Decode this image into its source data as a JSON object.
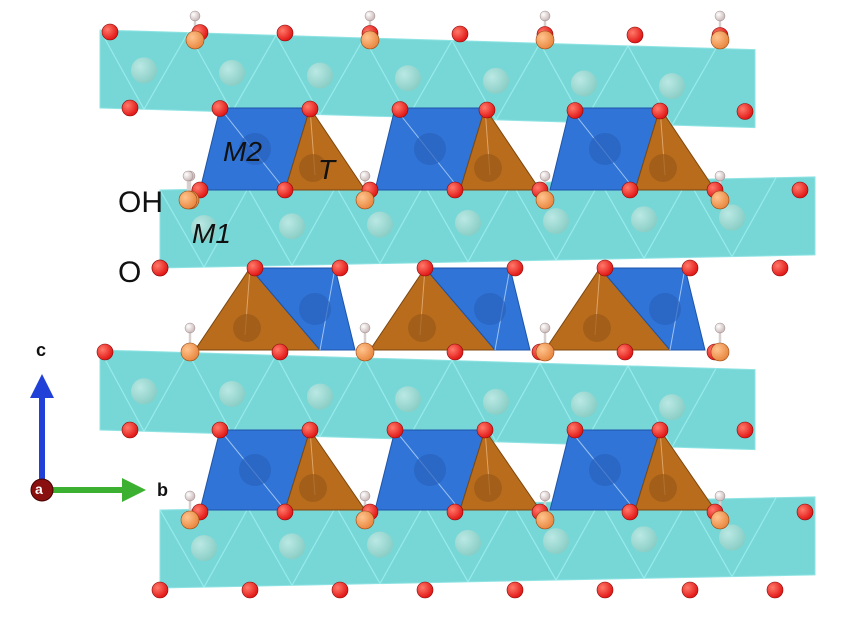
{
  "figure": {
    "labels": {
      "m2": "M2",
      "t": "T",
      "oh": "OH",
      "m1": "M1",
      "o": "O"
    },
    "axes": {
      "c": "c",
      "a": "a",
      "b": "b"
    }
  },
  "colors": {
    "octahedral_sheet": "#5fd0d0",
    "m2_octahedra": "#2f74d6",
    "tetrahedra": "#b86c1c",
    "oxygen": "#e01010",
    "hydroxyl_o": "#e8843c",
    "hydrogen": "#f2e6e6",
    "c_axis": "#2040d8",
    "b_axis": "#3cb030",
    "a_axis": "#8a1010"
  }
}
